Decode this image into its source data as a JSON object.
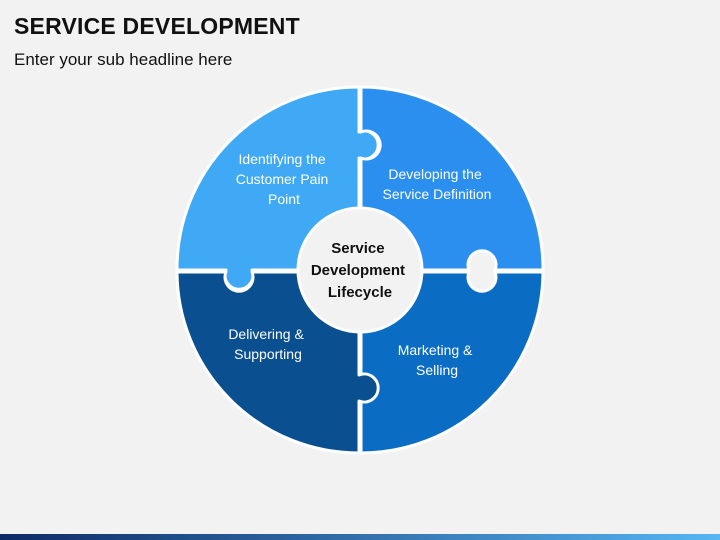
{
  "slide": {
    "title": "SERVICE DEVELOPMENT",
    "subtitle": "Enter your sub headline here"
  },
  "diagram": {
    "center_lines": [
      "Service",
      "Development",
      "Lifecycle"
    ],
    "pieces": [
      {
        "position": "top-left",
        "lines": [
          "Identifying the",
          "Customer Pain",
          "Point"
        ],
        "color": "#3fa9f5"
      },
      {
        "position": "top-right",
        "lines": [
          "Developing the",
          "Service Definition"
        ],
        "color": "#2b8ff0"
      },
      {
        "position": "bottom-right",
        "lines": [
          "Marketing &",
          "Selling"
        ],
        "color": "#0b6cc4"
      },
      {
        "position": "bottom-left",
        "lines": [
          "Delivering &",
          "Supporting"
        ],
        "color": "#0a4f8f"
      }
    ],
    "center_color": "#f2f2f2"
  },
  "colors": {
    "bar_start": "#0d2a66",
    "bar_end": "#56b6f2"
  }
}
